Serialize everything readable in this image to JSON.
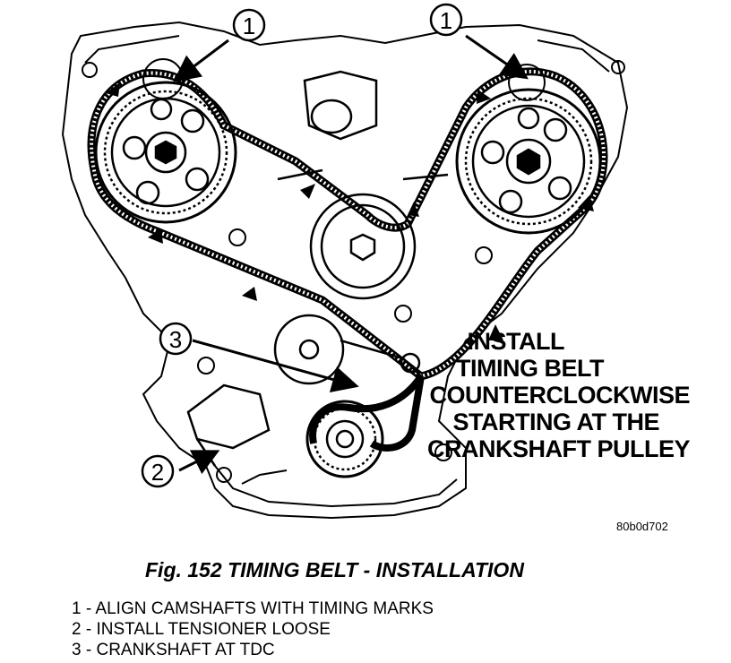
{
  "callouts": [
    "1",
    "1",
    "2",
    "3"
  ],
  "instruction": [
    "INSTALL",
    "TIMING BELT",
    "COUNTERCLOCKWISE",
    "STARTING AT THE",
    "CRANKSHAFT PULLEY"
  ],
  "figure_code": "80b0d702",
  "caption": "Fig. 152 TIMING BELT - INSTALLATION",
  "legend": [
    {
      "number": "1",
      "separator": " - ",
      "text": "ALIGN CAMSHAFTS WITH TIMING MARKS"
    },
    {
      "number": "2",
      "separator": " - ",
      "text": "INSTALL TENSIONER LOOSE"
    },
    {
      "number": "3",
      "separator": " - ",
      "text": "CRANKSHAFT AT TDC"
    }
  ],
  "colors": {
    "ink": "#000000",
    "paper": "#ffffff"
  }
}
